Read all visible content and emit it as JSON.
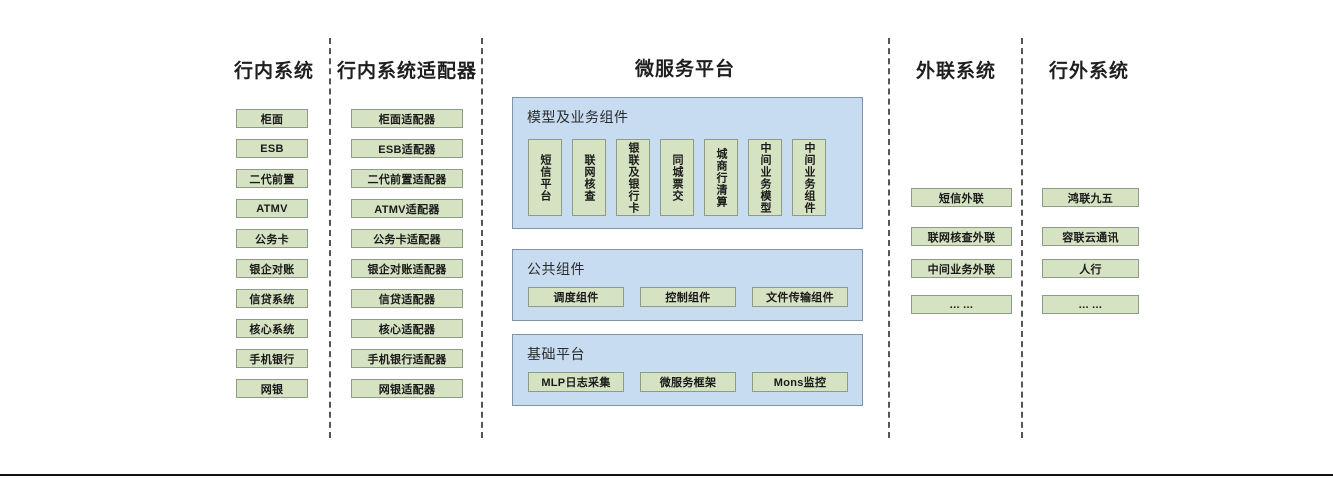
{
  "diagram": {
    "columns": [
      {
        "id": "in-bank-systems",
        "title": "行内系统",
        "items": [
          {
            "label": "柜面"
          },
          {
            "label": "ESB"
          },
          {
            "label": "二代前置"
          },
          {
            "label": "ATMV"
          },
          {
            "label": "公务卡"
          },
          {
            "label": "银企对账"
          },
          {
            "label": "信贷系统"
          },
          {
            "label": "核心系统"
          },
          {
            "label": "手机银行"
          },
          {
            "label": "网银"
          }
        ]
      },
      {
        "id": "in-bank-adapters",
        "title": "行内系统适配器",
        "items": [
          {
            "label": "柜面适配器"
          },
          {
            "label": "ESB适配器"
          },
          {
            "label": "二代前置适配器"
          },
          {
            "label": "ATMV适配器"
          },
          {
            "label": "公务卡适配器"
          },
          {
            "label": "银企对账适配器"
          },
          {
            "label": "信贷适配器"
          },
          {
            "label": "核心适配器"
          },
          {
            "label": "手机银行适配器"
          },
          {
            "label": "网银适配器"
          }
        ]
      },
      {
        "id": "microservice-platform",
        "title": "微服务平台",
        "groups": [
          {
            "id": "model-business-components",
            "title": "模型及业务组件",
            "orientation": "vertical",
            "items": [
              {
                "label": "短信平台"
              },
              {
                "label": "联网核查"
              },
              {
                "label": "银联及银行卡"
              },
              {
                "label": "同城票交"
              },
              {
                "label": "城商行清算"
              },
              {
                "label": "中间业务模型"
              },
              {
                "label": "中间业务组件"
              }
            ]
          },
          {
            "id": "public-components",
            "title": "公共组件",
            "orientation": "horizontal",
            "items": [
              {
                "label": "调度组件"
              },
              {
                "label": "控制组件"
              },
              {
                "label": "文件传输组件"
              }
            ]
          },
          {
            "id": "base-platform",
            "title": "基础平台",
            "orientation": "horizontal",
            "items": [
              {
                "label": "MLP日志采集"
              },
              {
                "label": "微服务框架"
              },
              {
                "label": "Mons监控"
              }
            ]
          }
        ]
      },
      {
        "id": "external-liaison-systems",
        "title": "外联系统",
        "items": [
          {
            "label": "短信外联"
          },
          {
            "label": "联网核查外联"
          },
          {
            "label": "中间业务外联"
          },
          {
            "label": "... ..."
          }
        ]
      },
      {
        "id": "out-of-bank-systems",
        "title": "行外系统",
        "items": [
          {
            "label": "鸿联九五"
          },
          {
            "label": "容联云通讯"
          },
          {
            "label": "人行"
          },
          {
            "label": "... ..."
          }
        ]
      }
    ],
    "colors": {
      "node_fill": "#d6e3c2",
      "node_border": "#8c9c86",
      "panel_fill": "#c7dcf0",
      "panel_border": "#7b96ac",
      "divider": "#555555",
      "text": "#1a1a1a"
    }
  }
}
